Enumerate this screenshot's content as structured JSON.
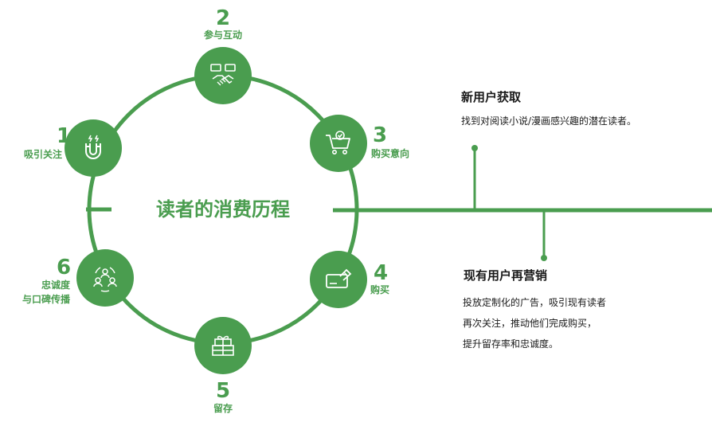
{
  "diagram": {
    "center_title": "读者的消费历程",
    "accent_color": "#4a9d4f",
    "steps": [
      {
        "number": "1",
        "label": "吸引关注",
        "icon": "magnet-icon"
      },
      {
        "number": "2",
        "label": "参与互动",
        "icon": "handshake-chat-icon"
      },
      {
        "number": "3",
        "label": "购买意向",
        "icon": "shopping-cart-icon"
      },
      {
        "number": "4",
        "label": "购买",
        "icon": "payment-card-icon"
      },
      {
        "number": "5",
        "label": "留存",
        "icon": "gift-stack-icon"
      },
      {
        "number": "6",
        "label_line1": "忠诚度",
        "label_line2": "与口碑传播",
        "icon": "community-icon"
      }
    ]
  },
  "callouts": {
    "new_users": {
      "title": "新用户获取",
      "text": "找到对阅读小说/漫画感兴趣的潜在读者。"
    },
    "remarketing": {
      "title": "现有用户再营销",
      "lines": [
        "投放定制化的广告，吸引现有读者",
        "再次关注，推动他们完成购买，",
        "提升留存率和忠诚度。"
      ]
    }
  }
}
